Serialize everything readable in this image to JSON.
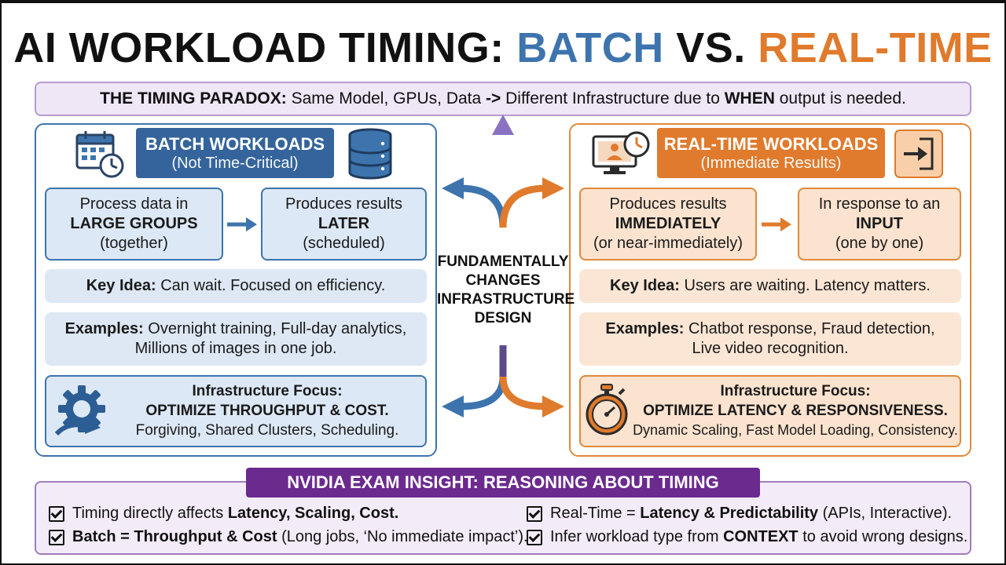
{
  "title": {
    "part1": "AI WORKLOAD TIMING: ",
    "batch": "BATCH",
    "vs": " VS. ",
    "realtime": "REAL-TIME"
  },
  "paradox": {
    "label": "THE TIMING PARADOX:",
    "text1": " Same Model, GPUs, Data ",
    "arrow": "->",
    "text2": " Different Infrastructure due to ",
    "when": "WHEN",
    "text3": " output is needed."
  },
  "batch": {
    "header_title": "BATCH WORKLOADS",
    "header_sub": "(Not Time-Critical)",
    "box1": {
      "line1": "Process data in",
      "line2": "LARGE GROUPS",
      "line3": "(together)"
    },
    "box2": {
      "line1": "Produces results",
      "line2": "LATER",
      "line3": "(scheduled)"
    },
    "key_label": "Key Idea:",
    "key_text": " Can wait. Focused on efficiency.",
    "examples_label": "Examples:",
    "examples_line1": " Overnight training, Full-day analytics,",
    "examples_line2": "Millions of images in one job.",
    "focus_title": "Infrastructure Focus:",
    "focus_main": "OPTIMIZE THROUGHPUT & COST.",
    "focus_sub": "Forgiving, Shared Clusters, Scheduling."
  },
  "realtime": {
    "header_title": "REAL-TIME WORKLOADS",
    "header_sub": "(Immediate Results)",
    "box1": {
      "line1": "Produces results",
      "line2": "IMMEDIATELY",
      "line3": "(or near-immediately)"
    },
    "box2": {
      "line1": "In response to an",
      "line2": "INPUT",
      "line3": "(one by one)"
    },
    "key_label": "Key Idea:",
    "key_text": " Users are waiting. Latency matters.",
    "examples_label": "Examples:",
    "examples_line1": " Chatbot response, Fraud detection,",
    "examples_line2": "Live video recognition.",
    "focus_title": "Infrastructure Focus:",
    "focus_main": "OPTIMIZE LATENCY & RESPONSIVENESS.",
    "focus_sub": "Dynamic Scaling, Fast Model Loading, Consistency."
  },
  "center": {
    "line1": "FUNDAMENTALLY",
    "line2": "CHANGES",
    "line3": "INFRASTRUCTURE",
    "line4": "DESIGN"
  },
  "insight": {
    "header": "NVIDIA EXAM INSIGHT: REASONING ABOUT TIMING",
    "item1": {
      "pre": "Timing directly affects ",
      "bold": "Latency, Scaling, Cost.",
      "post": ""
    },
    "item2": {
      "pre": "",
      "bold": "Batch = Throughput & Cost",
      "post": " (Long jobs, ‘No immediate impact’)."
    },
    "item3": {
      "pre": "Real-Time = ",
      "bold": "Latency & Predictability",
      "post": " (APIs, Interactive)."
    },
    "item4": {
      "pre": "Infer workload type from ",
      "bold": "CONTEXT",
      "post": " to avoid wrong designs."
    }
  },
  "colors": {
    "batch": "#3d74ad",
    "realtime": "#e07a2c",
    "insight": "#6b2a8e"
  },
  "icons": [
    "calendar-clock-icon",
    "database-icon",
    "computer-clock-icon",
    "login-icon",
    "gear-cycle-icon",
    "stopwatch-icon",
    "checkbox-icon"
  ]
}
